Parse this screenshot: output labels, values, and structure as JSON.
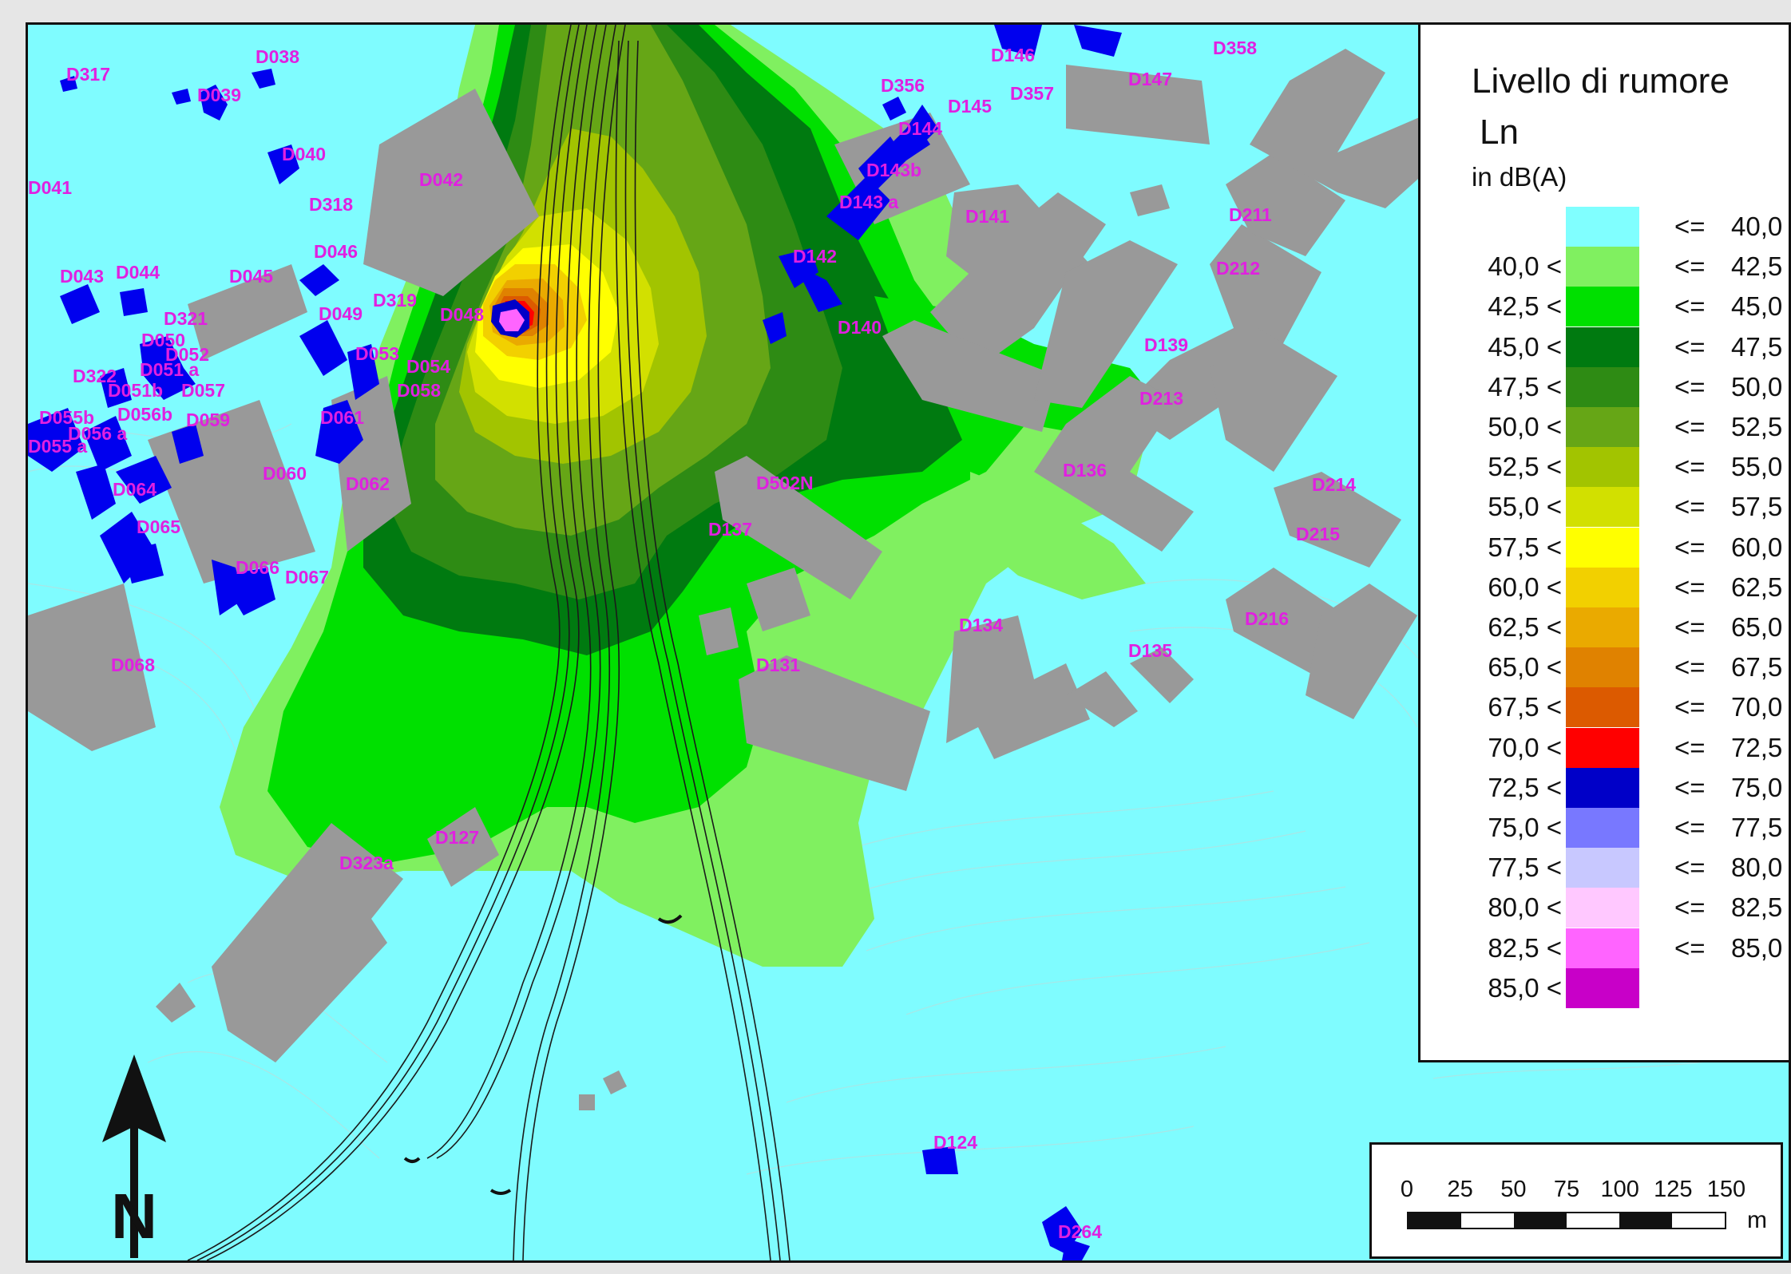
{
  "legend": {
    "title": "Livello di rumore",
    "symbol": "Ln",
    "unit": "in dB(A)",
    "classes": [
      {
        "lo": "",
        "hi": "40,0",
        "color": "#80ffff"
      },
      {
        "lo": "40,0 <",
        "hi": "42,5",
        "color": "#80f060"
      },
      {
        "lo": "42,5 <",
        "hi": "45,0",
        "color": "#00e000"
      },
      {
        "lo": "45,0 <",
        "hi": "47,5",
        "color": "#007a10"
      },
      {
        "lo": "47,5 <",
        "hi": "50,0",
        "color": "#2e8b14"
      },
      {
        "lo": "50,0 <",
        "hi": "52,5",
        "color": "#66a616"
      },
      {
        "lo": "52,5 <",
        "hi": "55,0",
        "color": "#a2c400"
      },
      {
        "lo": "55,0 <",
        "hi": "57,5",
        "color": "#d2e000"
      },
      {
        "lo": "57,5 <",
        "hi": "60,0",
        "color": "#ffff00"
      },
      {
        "lo": "60,0 <",
        "hi": "62,5",
        "color": "#f2d000"
      },
      {
        "lo": "62,5 <",
        "hi": "65,0",
        "color": "#eaaa00"
      },
      {
        "lo": "65,0 <",
        "hi": "67,5",
        "color": "#e08200"
      },
      {
        "lo": "67,5 <",
        "hi": "70,0",
        "color": "#dc5a00"
      },
      {
        "lo": "70,0 <",
        "hi": "72,5",
        "color": "#ff0000"
      },
      {
        "lo": "72,5 <",
        "hi": "75,0",
        "color": "#0000c8"
      },
      {
        "lo": "75,0 <",
        "hi": "77,5",
        "color": "#7878ff"
      },
      {
        "lo": "77,5 <",
        "hi": "80,0",
        "color": "#c8c8ff"
      },
      {
        "lo": "80,0 <",
        "hi": "82,5",
        "color": "#ffc8ff"
      },
      {
        "lo": "82,5 <",
        "hi": "85,0",
        "color": "#ff64ff"
      },
      {
        "lo": "85,0 <",
        "hi": "",
        "color": "#c800c8"
      }
    ],
    "operator": "<="
  },
  "scale": {
    "ticks": [
      "0",
      "25",
      "50",
      "75",
      "100",
      "125",
      "150"
    ],
    "unit": "m"
  },
  "north_arrow": {
    "letter": "N"
  },
  "map": {
    "building_color": "#999999",
    "receptor_building_color": "#0000ee",
    "label_color": "#e020e0",
    "receptor_labels": [
      "D317",
      "D038",
      "D039",
      "D040",
      "D041",
      "D042",
      "D318",
      "D046",
      "D043",
      "D044",
      "D045",
      "D321",
      "D319",
      "D048",
      "D049",
      "D050",
      "D052",
      "D053",
      "D051 a",
      "D054",
      "D322",
      "D051b",
      "D057",
      "D058",
      "D056b",
      "D055b",
      "D059",
      "D056 a",
      "D061",
      "D055 a",
      "D060",
      "D062",
      "D064",
      "D065",
      "D066",
      "D067",
      "D068",
      "D146",
      "D358",
      "D147",
      "D356",
      "D145",
      "D357",
      "D144",
      "D143b",
      "D143 a",
      "D141",
      "D211",
      "D142",
      "D212",
      "D140",
      "D139",
      "D213",
      "D136",
      "D214",
      "D502N",
      "D137",
      "D215",
      "D216",
      "D134",
      "D135",
      "D131",
      "D127",
      "D323a",
      "D124",
      "D264"
    ]
  }
}
